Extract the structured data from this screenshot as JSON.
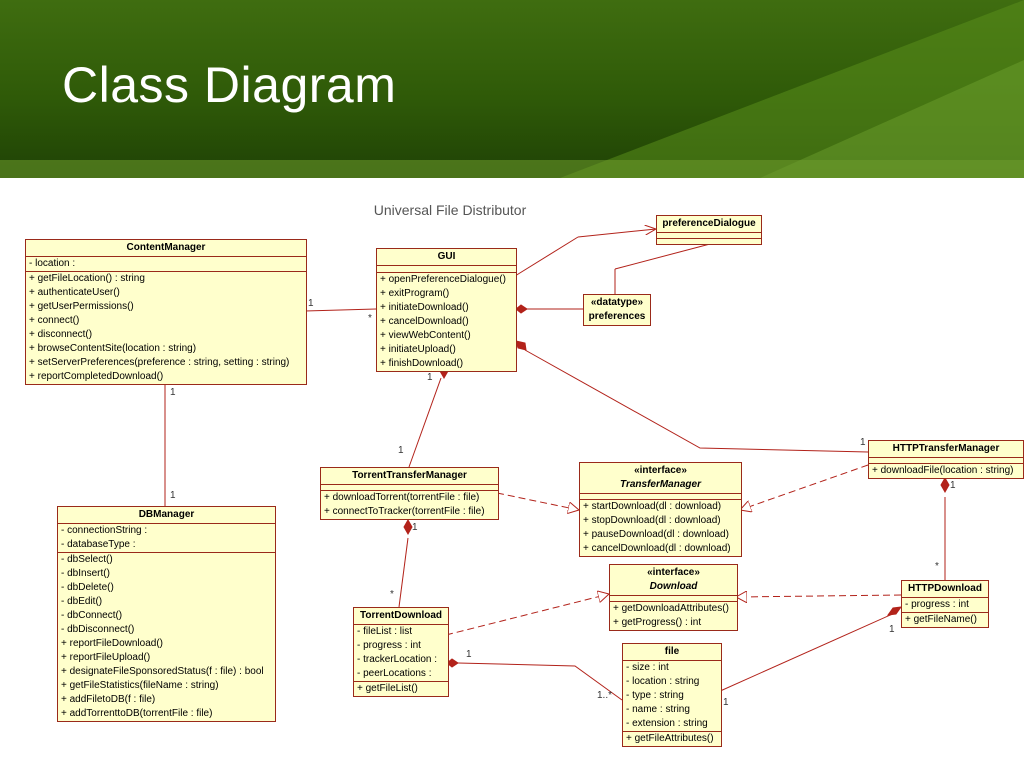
{
  "slide": {
    "title": "Class Diagram"
  },
  "diagram_title": "Universal File Distributor",
  "classes": {
    "content_manager": {
      "name": "ContentManager",
      "attributes": [
        "- location :"
      ],
      "operations": [
        "+ getFileLocation() : string",
        "+ authenticateUser()",
        "+ getUserPermissions()",
        "+ connect()",
        "+ disconnect()",
        "+ browseContentSite(location : string)",
        "+ setServerPreferences(preference : string, setting : string)",
        "+ reportCompletedDownload()"
      ]
    },
    "gui": {
      "name": "GUI",
      "operations": [
        "+ openPreferenceDialogue()",
        "+ exitProgram()",
        "+ initiateDownload()",
        "+ cancelDownload()",
        "+ viewWebContent()",
        "+ initiateUpload()",
        "+ finishDownload()"
      ]
    },
    "preference_dialogue": {
      "name": "preferenceDialogue"
    },
    "preferences": {
      "stereotype": "«datatype»",
      "name": "preferences"
    },
    "db_manager": {
      "name": "DBManager",
      "attributes": [
        "- connectionString :",
        "- databaseType :"
      ],
      "operations": [
        "- dbSelect()",
        "- dbInsert()",
        "- dbDelete()",
        "- dbEdit()",
        "- dbConnect()",
        "- dbDisconnect()",
        "+ reportFileDownload()",
        "+ reportFileUpload()",
        "+ designateFileSponsoredStatus(f : file) : bool",
        "+ getFileStatistics(fileName : string)",
        "+ addFiletoDB(f : file)",
        "+ addTorrenttoDB(torrentFile : file)"
      ]
    },
    "torrent_transfer_manager": {
      "name": "TorrentTransferManager",
      "operations": [
        "+ downloadTorrent(torrentFile : file)",
        "+ connectToTracker(torrentFile : file)"
      ]
    },
    "transfer_manager": {
      "stereotype": "«interface»",
      "name": "TransferManager",
      "operations": [
        "+ startDownload(dl : download)",
        "+ stopDownload(dl : download)",
        "+ pauseDownload(dl : download)",
        "+ cancelDownload(dl : download)"
      ]
    },
    "http_transfer_manager": {
      "name": "HTTPTransferManager",
      "operations": [
        "+ downloadFile(location : string)"
      ]
    },
    "download": {
      "stereotype": "«interface»",
      "name": "Download",
      "operations": [
        "+ getDownloadAttributes()",
        "+ getProgress() : int"
      ]
    },
    "http_download": {
      "name": "HTTPDownload",
      "attributes": [
        "- progress : int"
      ],
      "operations": [
        "+ getFileName()"
      ]
    },
    "torrent_download": {
      "name": "TorrentDownload",
      "attributes": [
        "- fileList : list",
        "- progress : int",
        "- trackerLocation :",
        "- peerLocations :"
      ],
      "operations": [
        "+ getFileList()"
      ]
    },
    "file": {
      "name": "file",
      "attributes": [
        "- size : int",
        "- location : string",
        "- type : string",
        "- name : string",
        "- extension : string"
      ],
      "operations": [
        "+ getFileAttributes()"
      ]
    }
  },
  "multiplicities": {
    "cm_gui_cm": "1",
    "cm_gui_gui": "*",
    "cm_db_cm": "1",
    "cm_db_db": "1",
    "gui_ttm_gui": "1",
    "gui_ttm_ttm": "1",
    "gui_http_http": "1",
    "ttm_td_ttm": "1",
    "ttm_td_td": "*",
    "http_hd_http": "1",
    "http_hd_hd": "*",
    "td_file_td": "1",
    "td_file_file": "1..*",
    "hd_file_hd": "1",
    "hd_file_file": "1"
  },
  "colors": {
    "header_green": "#2f5a08",
    "class_fill": "#ffffcc",
    "line_red": "#b2221a"
  }
}
